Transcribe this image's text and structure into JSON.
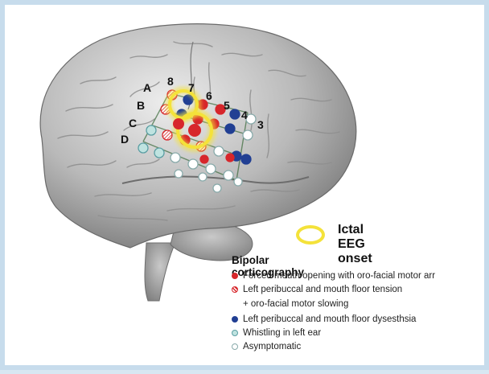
{
  "onset_label": "Ictal EEG onset",
  "legend_title": "Bipolar corticography",
  "legend": [
    {
      "text": "Forced mouth opening with oro-facial motor arr",
      "fill": "#d7262b",
      "stroke": "#d7262b",
      "hatched": false
    },
    {
      "text": "Left peribuccal and mouth floor tension",
      "fill": "#ffffff",
      "stroke": "#d7262b",
      "hatched": true
    },
    {
      "text": "+ oro-facial motor slowing",
      "sub": true
    },
    {
      "text": "Left peribuccal and mouth floor dysesthsia",
      "fill": "#213f93",
      "stroke": "#213f93",
      "hatched": false
    },
    {
      "text": "Whistling in left ear",
      "fill": "#bfe3e0",
      "stroke": "#5b9ea3",
      "hatched": false
    },
    {
      "text": "Asymptomatic",
      "fill": "#ffffff",
      "stroke": "#8aa",
      "hatched": false
    }
  ],
  "row_labels": [
    "A",
    "B",
    "C",
    "D"
  ],
  "column_labels": [
    "8",
    "7",
    "6",
    "5",
    "4",
    "3"
  ],
  "colors": {
    "red": "#d7262b",
    "hatched": "#f2b6b8",
    "blue": "#213f93",
    "teal": "#bfe3e0",
    "white": "#ffffff",
    "onset": "#f4e23a",
    "frame": "#c7dcec"
  }
}
